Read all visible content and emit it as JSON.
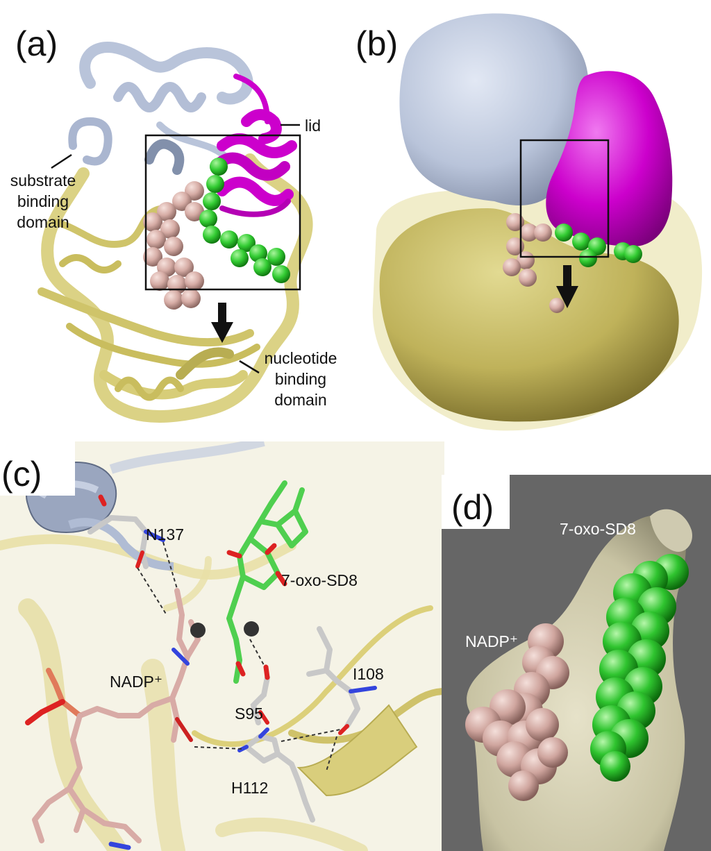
{
  "panels": {
    "a": {
      "label": "(a)",
      "annotations": {
        "lid": "lid",
        "substrate_domain": [
          "substrate",
          "binding",
          "domain"
        ],
        "nucleotide_domain": [
          "nucleotide",
          "binding",
          "domain"
        ]
      }
    },
    "b": {
      "label": "(b)"
    },
    "c": {
      "label": "(c)",
      "residues": {
        "n137": "N137",
        "oxo": "7-oxo-SD8",
        "nadp": "NADP⁺",
        "s95": "S95",
        "i108": "I108",
        "h112": "H112"
      }
    },
    "d": {
      "label": "(d)",
      "annotations": {
        "oxo": "7-oxo-SD8",
        "nadp": "NADP⁺"
      }
    }
  },
  "colors": {
    "substrate_domain": "#b9c4da",
    "nucleotide_domain": "#d7cd78",
    "lid": "#cc00cc",
    "ligand": "#33cc33",
    "nadp": "#d8aba6",
    "panel_d_bg": "#666666",
    "surface_d": "#d3cfb4"
  }
}
